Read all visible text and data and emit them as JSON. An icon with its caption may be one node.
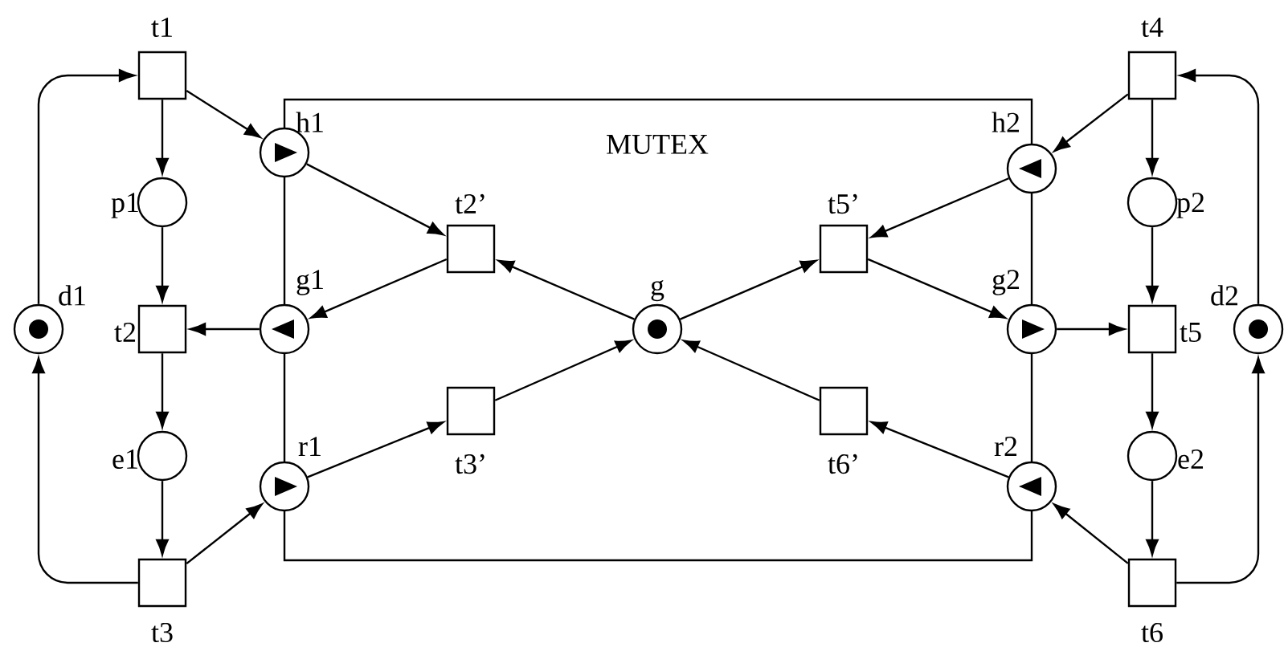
{
  "diagram": {
    "nodes": [
      {
        "text": [
          "t1"
        ]
      },
      {
        "text": [
          "p1"
        ]
      },
      {
        "text": [
          "t2"
        ]
      },
      {
        "text": [
          "e1"
        ]
      },
      {
        "text": [
          "t3"
        ]
      },
      {
        "text": [
          "d1"
        ]
      },
      {
        "text": [
          "MUTEX"
        ]
      },
      {
        "text": [
          "h1"
        ]
      },
      {
        "text": [
          "g1"
        ]
      },
      {
        "text": [
          "r1"
        ]
      },
      {
        "text": [
          "t2’"
        ],
        "in": 6
      },
      {
        "text": [
          "t3’"
        ],
        "in": 6
      },
      {
        "text": [
          "g"
        ],
        "in": 6
      },
      {
        "text": [
          "t5’"
        ],
        "in": 6
      },
      {
        "text": [
          "t6’"
        ],
        "in": 6
      },
      {
        "text": [
          "h2"
        ]
      },
      {
        "text": [
          "g2"
        ]
      },
      {
        "text": [
          "r2"
        ]
      },
      {
        "text": [
          "t4"
        ]
      },
      {
        "text": [
          "p2"
        ]
      },
      {
        "text": [
          "t5"
        ]
      },
      {
        "text": [
          "e2"
        ]
      },
      {
        "text": [
          "t6"
        ]
      },
      {
        "text": [
          "d2"
        ]
      }
    ],
    "edges": [
      {
        "from": 5,
        "to": 0,
        "arrow": "to"
      },
      {
        "from": 4,
        "to": 5,
        "arrow": "to"
      },
      {
        "from": 0,
        "to": 1,
        "arrow": "to"
      },
      {
        "from": 1,
        "to": 2,
        "arrow": "to"
      },
      {
        "from": 2,
        "to": 3,
        "arrow": "to"
      },
      {
        "from": 3,
        "to": 4,
        "arrow": "to"
      },
      {
        "from": 0,
        "to": 7,
        "arrow": "to"
      },
      {
        "from": 4,
        "to": 9,
        "arrow": "to"
      },
      {
        "from": 8,
        "to": 2,
        "arrow": "to"
      },
      {
        "from": 7,
        "to": 10,
        "arrow": "to"
      },
      {
        "from": 10,
        "to": 8,
        "arrow": "to"
      },
      {
        "from": 9,
        "to": 11,
        "arrow": "to"
      },
      {
        "from": 11,
        "to": 12,
        "arrow": "to"
      },
      {
        "from": 12,
        "to": 10,
        "arrow": "to"
      },
      {
        "from": 12,
        "to": 13,
        "arrow": "to"
      },
      {
        "from": 13,
        "to": 16,
        "arrow": "to"
      },
      {
        "from": 14,
        "to": 12,
        "arrow": "to"
      },
      {
        "from": 17,
        "to": 14,
        "arrow": "to"
      },
      {
        "from": 15,
        "to": 13,
        "arrow": "to"
      },
      {
        "from": 16,
        "to": 20,
        "arrow": "to"
      },
      {
        "from": 18,
        "to": 15,
        "arrow": "to"
      },
      {
        "from": 22,
        "to": 17,
        "arrow": "to"
      },
      {
        "from": 18,
        "to": 19,
        "arrow": "to"
      },
      {
        "from": 19,
        "to": 20,
        "arrow": "to"
      },
      {
        "from": 20,
        "to": 21,
        "arrow": "to"
      },
      {
        "from": 21,
        "to": 22,
        "arrow": "to"
      },
      {
        "from": 22,
        "to": 23,
        "arrow": "to"
      },
      {
        "from": 23,
        "to": 18,
        "arrow": "to"
      }
    ]
  }
}
